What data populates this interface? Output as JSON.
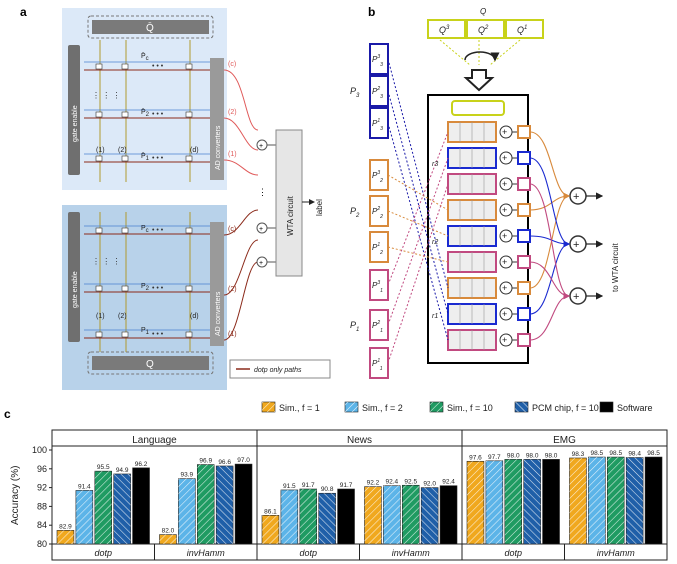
{
  "panel_a": {
    "letter": "a",
    "top_array": {
      "bar_label": "Q̄",
      "rows": [
        {
          "name": "P̄",
          "sub": "c"
        },
        {
          "name": "P̄",
          "sub": "2"
        },
        {
          "name": "P̄",
          "sub": "1"
        }
      ],
      "cols": [
        "(1)",
        "(2)",
        "(d)"
      ]
    },
    "bottom_array": {
      "bar_label": "Q",
      "rows": [
        {
          "name": "P",
          "sub": "c"
        },
        {
          "name": "P",
          "sub": "2"
        },
        {
          "name": "P",
          "sub": "1"
        }
      ],
      "cols": [
        "(1)",
        "(2)",
        "(d)"
      ]
    },
    "gate_label": "gate enable",
    "adc_label": "AD converters",
    "wta_label": "WTA circuit",
    "output_label": "label",
    "path_tags": [
      "(c)",
      "(2)",
      "(1)"
    ],
    "legend": "dotp only paths",
    "colors": {
      "top_bg": "#dce9f8",
      "bottom_bg": "#b8d2ea",
      "red_path": "#e05a5a",
      "dark_path": "#8b2a1a"
    }
  },
  "panel_b": {
    "letter": "b",
    "query_label": "Q",
    "query_boxes": [
      "Q3",
      "Q2",
      "Q1"
    ],
    "groups": [
      {
        "label": "P3",
        "items": [
          "P33",
          "P23",
          "P13"
        ],
        "color": "#1a1aa8"
      },
      {
        "label": "P2",
        "items": [
          "P32",
          "P22",
          "P12"
        ],
        "color": "#d88a3c"
      },
      {
        "label": "P1",
        "items": [
          "P31",
          "P21",
          "P11"
        ],
        "color": "#c14a80"
      }
    ],
    "row_tags": [
      "r3",
      "r2",
      "r1"
    ],
    "to_wta": "to WTA circuit",
    "colors": {
      "query": "#c8d21a",
      "blue": "#1a2ad0",
      "orange": "#d88a3c",
      "pink": "#c14a80"
    }
  },
  "panel_c": {
    "letter": "c",
    "legend": [
      {
        "label": "Sim., f = 1",
        "color": "#f0a81e",
        "hatch": "back"
      },
      {
        "label": "Sim., f = 2",
        "color": "#5cb4e8",
        "hatch": "back"
      },
      {
        "label": "Sim., f = 10",
        "color": "#1f9b62",
        "hatch": "back"
      },
      {
        "label": "PCM chip, f = 10",
        "color": "#1f5fa8",
        "hatch": "fwd"
      },
      {
        "label": "Software",
        "color": "#000000",
        "hatch": "none"
      }
    ]
  },
  "chart_data": {
    "type": "bar",
    "ylabel": "Accuracy (%)",
    "ylim": [
      80,
      100
    ],
    "yticks": [
      80,
      84,
      88,
      92,
      96,
      100
    ],
    "tasks": [
      "Language",
      "News",
      "EMG"
    ],
    "methods": [
      "dotp",
      "invHamm"
    ],
    "series": [
      {
        "name": "Sim., f = 1",
        "values": [
          82.9,
          82.0,
          86.1,
          92.2,
          97.6,
          98.3
        ]
      },
      {
        "name": "Sim., f = 2",
        "values": [
          91.4,
          93.9,
          91.5,
          92.4,
          97.7,
          98.5
        ]
      },
      {
        "name": "Sim., f = 10",
        "values": [
          95.5,
          96.9,
          91.7,
          92.5,
          98.0,
          98.5
        ]
      },
      {
        "name": "PCM chip, f = 10",
        "values": [
          94.9,
          96.6,
          90.8,
          92.0,
          98.0,
          98.4
        ]
      },
      {
        "name": "Software",
        "values": [
          96.2,
          97.0,
          91.7,
          92.4,
          98.0,
          98.5
        ]
      }
    ]
  }
}
